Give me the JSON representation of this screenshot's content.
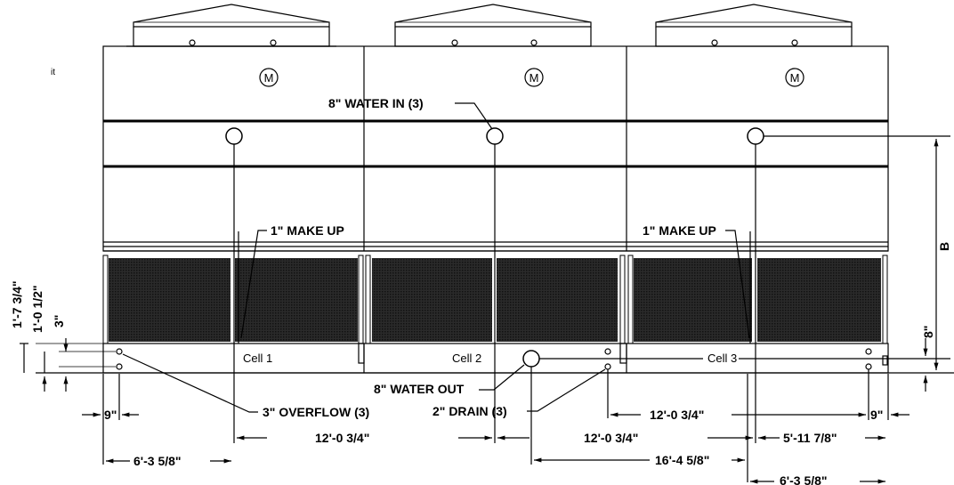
{
  "corner_text": "it",
  "motor_symbol": "M",
  "cells": [
    "Cell 1",
    "Cell 2",
    "Cell 3"
  ],
  "callouts": {
    "water_in": "8\" WATER IN (3)",
    "make_up_left": "1\" MAKE UP",
    "make_up_right": "1\" MAKE UP",
    "water_out": "8\" WATER OUT",
    "drain": "2\" DRAIN (3)",
    "overflow": "3\" OVERFLOW (3)"
  },
  "dimensions": {
    "d_1_7_3_4": "1'-7 3/4\"",
    "d_1_0_1_2": "1'-0 1/2\"",
    "d_3": "3\"",
    "d_b": "B",
    "d_8": "8\"",
    "d_9_left": "9\"",
    "d_9_right": "9\"",
    "d_6_3_5_8_left": "6'-3 5/8\"",
    "d_12_0_3_4_a": "12'-0 3/4\"",
    "d_12_0_3_4_b": "12'-0 3/4\"",
    "d_12_0_3_4_c": "12'-0 3/4\"",
    "d_5_11_7_8": "5'-11 7/8\"",
    "d_16_4_5_8": "16'-4 5/8\"",
    "d_6_3_5_8_right": "6'-3 5/8\""
  }
}
